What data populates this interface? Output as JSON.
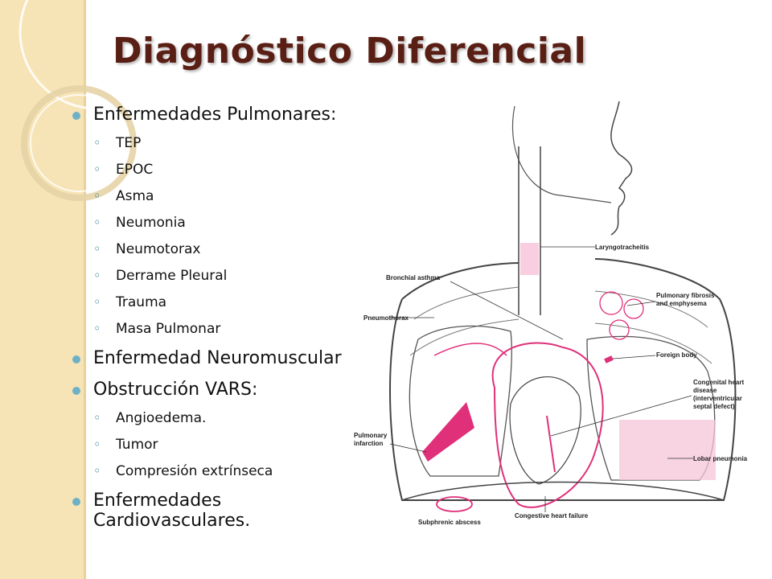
{
  "slide": {
    "title": "Diagnóstico Diferencial",
    "items": [
      {
        "label": "Enfermedades Pulmonares:",
        "sub": [
          "TEP",
          "EPOC",
          "Asma",
          "Neumonia",
          "Neumotorax",
          "Derrame Pleural",
          "Trauma",
          "Masa Pulmonar"
        ]
      },
      {
        "label": "Enfermedad Neuromuscular",
        "sub": []
      },
      {
        "label": "Obstrucción VARS:",
        "sub": [
          "Angioedema.",
          "Tumor",
          "Compresión extrínseca"
        ]
      },
      {
        "label": "Enfermedades Cardiovasculares.",
        "sub": []
      }
    ]
  },
  "figure": {
    "labels": {
      "laryngotracheitis": "Laryngotracheitis",
      "bronchial_asthma": "Bronchial asthma",
      "pulmonary_fibrosis_1": "Pulmonary fibrosis",
      "pulmonary_fibrosis_2": "and emphysema",
      "pneumothorax": "Pneumothorax",
      "foreign_body": "Foreign body",
      "congenital_1": "Congenital heart",
      "congenital_2": "disease",
      "congenital_3": "(interventricular",
      "congenital_4": "septal defect)",
      "pulmonary_infarction_1": "Pulmonary",
      "pulmonary_infarction_2": "infarction",
      "lobar_pneumonia": "Lobar pneumonia",
      "subphrenic_abscess": "Subphrenic abscess",
      "congestive_heart_failure": "Congestive heart failure"
    },
    "colors": {
      "accent": "#e0307a",
      "stroke": "#444444"
    }
  }
}
